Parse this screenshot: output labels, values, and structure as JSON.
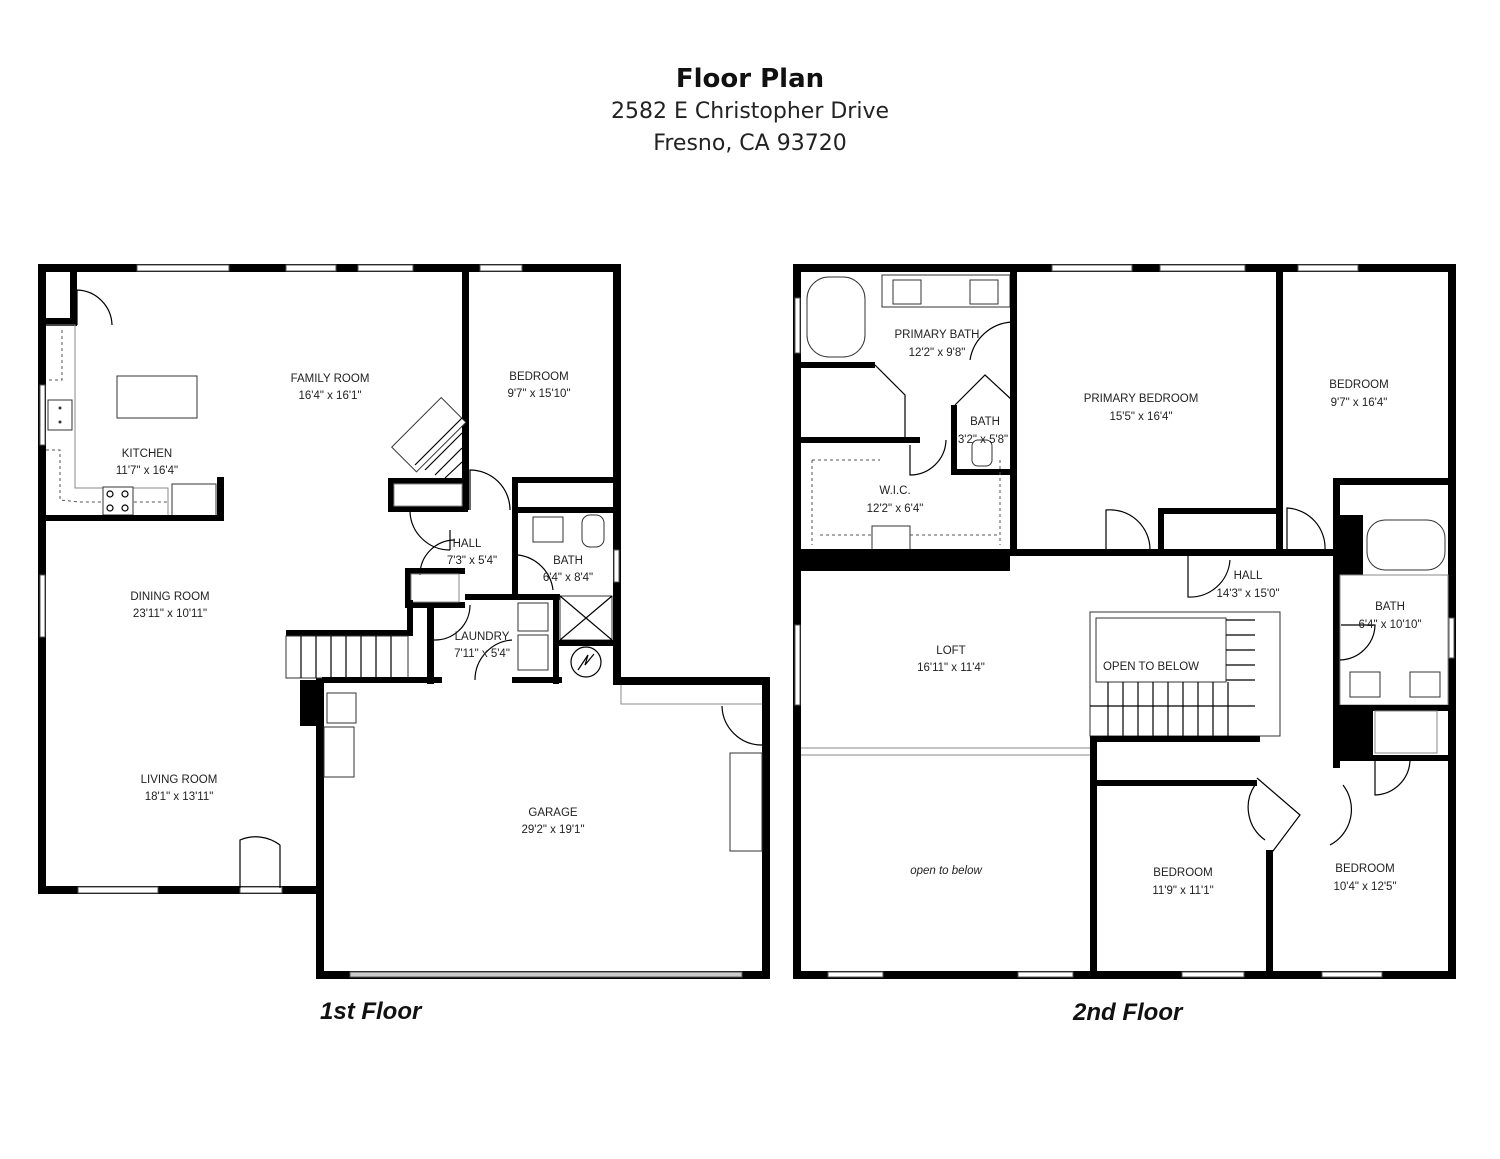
{
  "header": {
    "title": "Floor Plan",
    "address_line1": "2582 E Christopher Drive",
    "address_line2": "Fresno, CA 93720"
  },
  "floors": [
    {
      "label": "1st Floor",
      "rooms": [
        {
          "name": "FAMILY ROOM",
          "dims": "16'4\" x 16'1\""
        },
        {
          "name": "BEDROOM",
          "dims": "9'7\" x 15'10\""
        },
        {
          "name": "KITCHEN",
          "dims": "11'7\" x 16'4\""
        },
        {
          "name": "HALL",
          "dims": "7'3\" x 5'4\""
        },
        {
          "name": "BATH",
          "dims": "6'4\" x 8'4\""
        },
        {
          "name": "DINING ROOM",
          "dims": "23'11\" x 10'11\""
        },
        {
          "name": "LAUNDRY",
          "dims": "7'11\" x 5'4\""
        },
        {
          "name": "LIVING ROOM",
          "dims": "18'1\" x 13'11\""
        },
        {
          "name": "GARAGE",
          "dims": "29'2\" x 19'1\""
        }
      ]
    },
    {
      "label": "2nd Floor",
      "rooms": [
        {
          "name": "PRIMARY BATH",
          "dims": "12'2\" x 9'8\""
        },
        {
          "name": "PRIMARY BEDROOM",
          "dims": "15'5\" x 16'4\""
        },
        {
          "name": "BEDROOM",
          "dims": "9'7\" x 16'4\""
        },
        {
          "name": "BATH",
          "dims": "3'2\" x 5'8\""
        },
        {
          "name": "W.I.C.",
          "dims": "12'2\" x 6'4\""
        },
        {
          "name": "HALL",
          "dims": "14'3\" x 15'0\""
        },
        {
          "name": "BATH",
          "dims": "6'4\" x 10'10\""
        },
        {
          "name": "LOFT",
          "dims": "16'11\" x 11'4\""
        },
        {
          "name": "OPEN TO BELOW",
          "dims": ""
        },
        {
          "name": "open to below",
          "dims": ""
        },
        {
          "name": "BEDROOM",
          "dims": "11'9\" x 11'1\""
        },
        {
          "name": "BEDROOM",
          "dims": "10'4\" x 12'5\""
        }
      ]
    }
  ],
  "colors": {
    "wall": "#000000",
    "background": "#ffffff",
    "text": "#222222"
  }
}
